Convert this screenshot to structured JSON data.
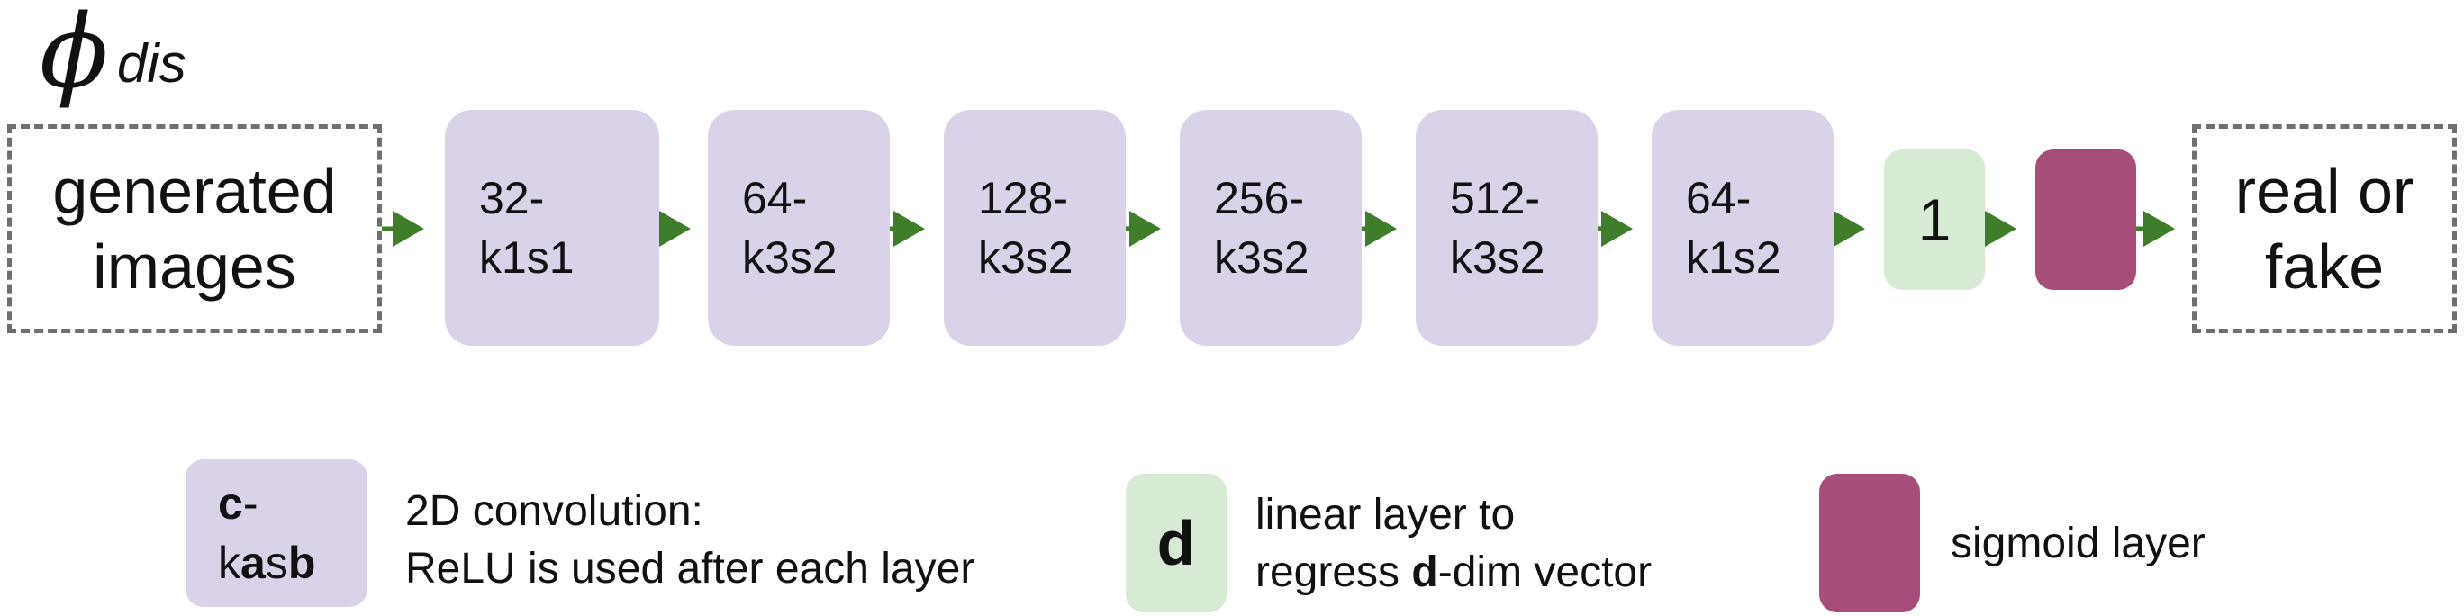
{
  "title": {
    "symbol": "ϕ",
    "subscript": "dis"
  },
  "input_label": [
    "generated",
    "images"
  ],
  "output_label": [
    "real or",
    "fake"
  ],
  "conv_layers": [
    {
      "line1": "32-",
      "line2": "k1s1"
    },
    {
      "line1": "64-",
      "line2": "k3s2"
    },
    {
      "line1": "128-",
      "line2": "k3s2"
    },
    {
      "line1": "256-",
      "line2": "k3s2"
    },
    {
      "line1": "512-",
      "line2": "k3s2"
    },
    {
      "line1": "64-",
      "line2": "k1s2"
    }
  ],
  "linear_layer": {
    "label": "1"
  },
  "legend": {
    "conv": {
      "key_line1_bold": "c",
      "key_line1_rest": "-",
      "key_line2_k": "k",
      "key_line2_a": "a",
      "key_line2_s": "s",
      "key_line2_b": "b",
      "desc_line1": "2D convolution:",
      "desc_line2": "ReLU is used after each layer"
    },
    "linear": {
      "key": "d",
      "desc_line1": "linear layer to",
      "desc_line2_pre": "regress ",
      "desc_line2_bold": "d",
      "desc_line2_post": "-dim vector"
    },
    "sigmoid": {
      "desc": "sigmoid layer"
    }
  },
  "colors": {
    "conv": "#d9d2e8",
    "linear": "#d7ead4",
    "sigmoid": "#a64d79",
    "arrow": "#3f7d2a",
    "dashed_border": "#6f6f6f"
  }
}
